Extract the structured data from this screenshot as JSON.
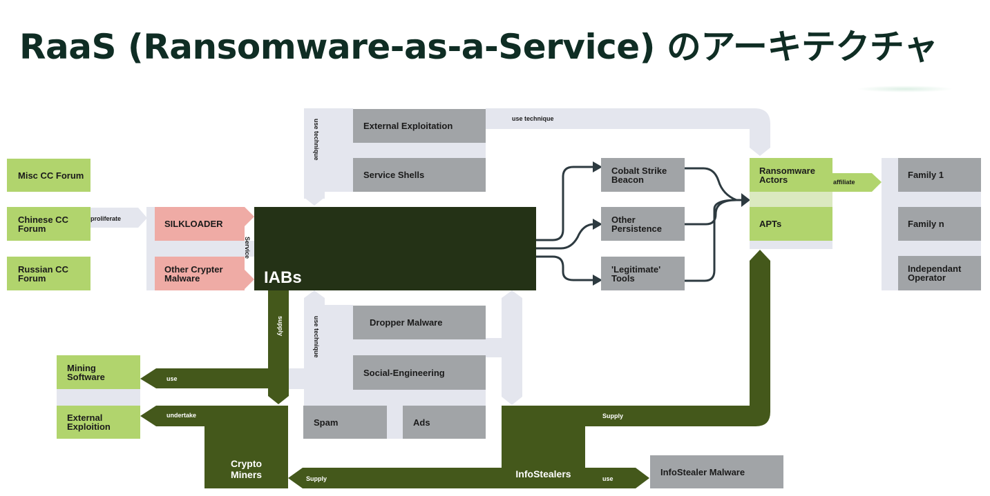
{
  "title": "RaaS (Ransomware-as-a-Service) のアーキテクチャ",
  "nodes": {
    "misc_cc_forum": "Misc CC Forum",
    "chinese_cc_forum": [
      "Chinese CC",
      "Forum"
    ],
    "russian_cc_forum": [
      "Russian CC",
      "Forum"
    ],
    "silkloader": "SILKLOADER",
    "other_crypter_malware": [
      "Other Crypter",
      "Malware"
    ],
    "iabs": "IABs",
    "external_exploitation": "External Exploitation",
    "service_shells": "Service Shells",
    "cobalt_strike_beacon": [
      "Cobalt Strike",
      "Beacon"
    ],
    "other_persistence": [
      "Other",
      "Persistence"
    ],
    "legitimate_tools": [
      "'Legitimate'",
      "Tools"
    ],
    "ransomware_actors": [
      "Ransomware",
      "Actors"
    ],
    "apts": "APTs",
    "family_1": "Family 1",
    "family_n": "Family n",
    "independant_operator": [
      "Independant",
      "Operator"
    ],
    "dropper_malware": "Dropper Malware",
    "social_engineering": "Social-Engineering",
    "spam": "Spam",
    "ads": "Ads",
    "mining_software": [
      "Mining",
      "Software"
    ],
    "external_exploition": [
      "External",
      "Exploition"
    ],
    "crypto_miners": [
      "Crypto",
      "Miners"
    ],
    "infostealers": "InfoStealers",
    "infostealer_malware": "InfoStealer Malware"
  },
  "edge_labels": {
    "proliferate": "proliferate",
    "service": "Service",
    "use_technique_top": "use technique",
    "use_technique_right": "use technique",
    "use_technique_bottom": "use technique",
    "affiliate": "affiliate",
    "supply_iabs": "supply",
    "use_mining": "use",
    "undertake": "undertake",
    "supply_apts": "Supply",
    "supply_miners": "Supply",
    "use_infostealer": "use"
  },
  "colors": {
    "title": "#0f2d24",
    "green_box": "#b1d46d",
    "grey_box": "#a1a4a7",
    "pink_box": "#efaba5",
    "iabs": "#243216",
    "dark_green": "#44581b",
    "connector_light": "#e4e6ee",
    "arrow": "#2d3a40"
  }
}
